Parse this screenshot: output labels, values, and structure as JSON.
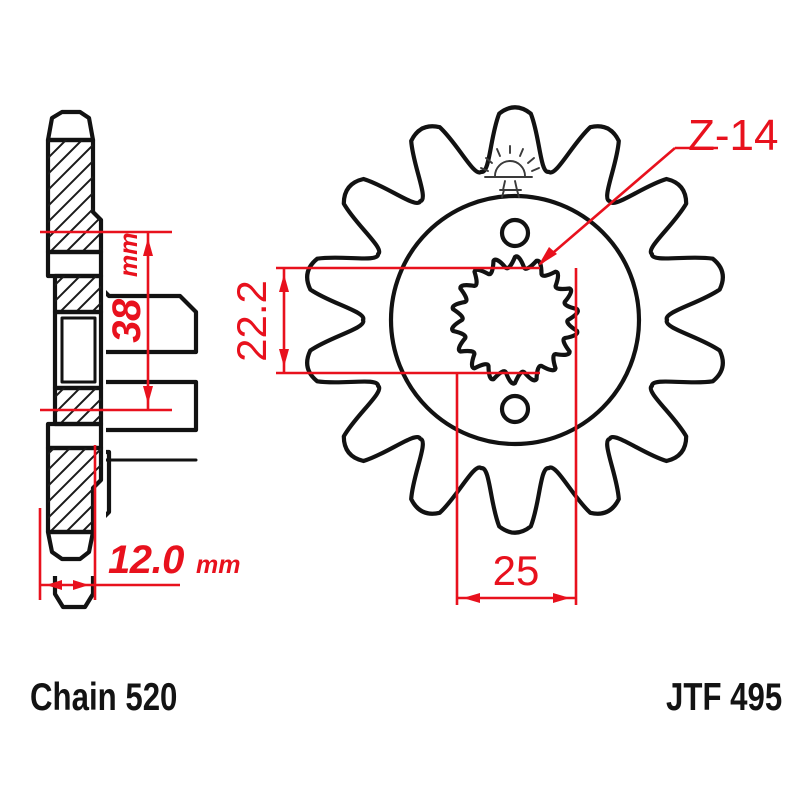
{
  "drawing": {
    "type": "engineering-drawing",
    "subject": "motorcycle front sprocket",
    "views": {
      "section_view": {
        "name": "side cross-section",
        "position": "left"
      },
      "face_view": {
        "name": "front face view",
        "position": "right"
      }
    }
  },
  "callouts": {
    "teeth": {
      "label": "Z-14",
      "meaning": "14 teeth",
      "color": "#e8111d"
    }
  },
  "dimensions": {
    "bore_spline": {
      "value": "22.2",
      "unit": "",
      "orientation": "vertical",
      "color": "#e8111d"
    },
    "hub_width": {
      "value": "25",
      "unit": "",
      "orientation": "horizontal",
      "color": "#e8111d"
    },
    "outer_diameter": {
      "value": "38",
      "unit": "mm",
      "orientation": "vertical",
      "color": "#e8111d"
    },
    "thickness": {
      "value": "12.0",
      "unit": "mm",
      "orientation": "horizontal",
      "color": "#e8111d"
    }
  },
  "labels": {
    "chain": "Chain 520",
    "part_number": "JTF 495"
  },
  "marks": {
    "surface_symbol": "sunburst-mark"
  },
  "colors": {
    "outline": "#121212",
    "dimension": "#e8111d",
    "background": "#ffffff"
  },
  "geometry": {
    "teeth_count": 14,
    "bolt_holes": 2
  }
}
